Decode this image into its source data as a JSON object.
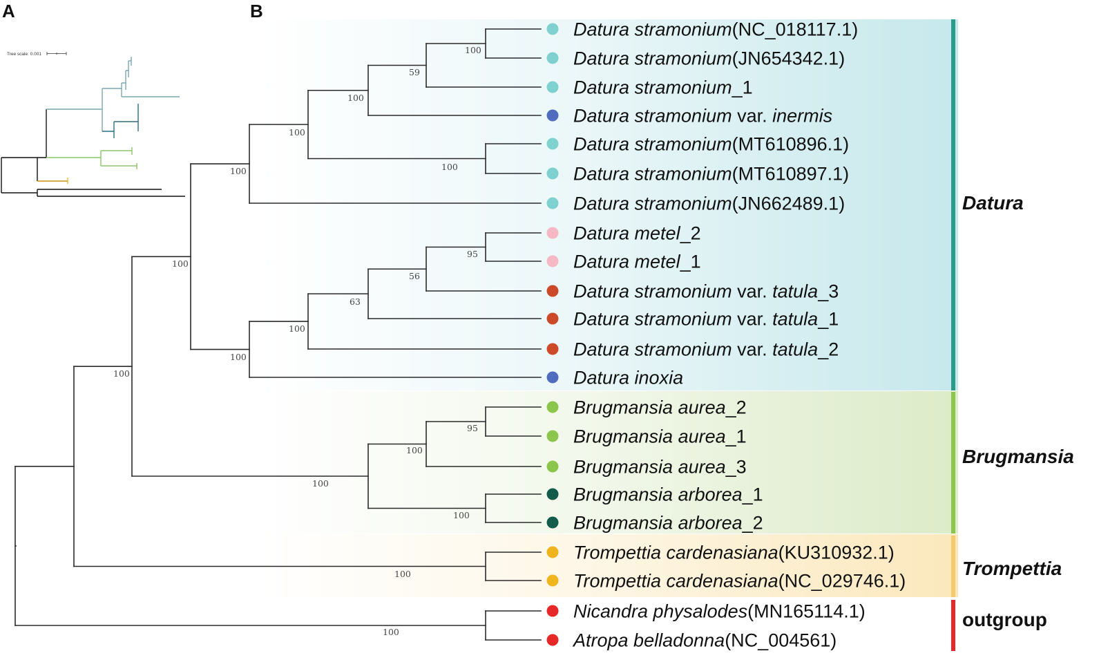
{
  "panel_a": {
    "label": "A",
    "scale_text": "Tree scale: 0.001",
    "colors": {
      "stramonium": "#7aa7b4",
      "inner": "#2f6d83",
      "brugmansia": "#8cc66a",
      "trompettia": "#f2b830",
      "outgroup": "#111111"
    }
  },
  "panel_b": {
    "label": "B"
  },
  "taxa": [
    {
      "id": "t1",
      "genus": "Datura stramonium",
      "rest": "(NC_018117.1)",
      "color": "#7fd1cf"
    },
    {
      "id": "t2",
      "genus": "Datura stramonium",
      "rest": "(JN654342.1)",
      "color": "#7fd1cf"
    },
    {
      "id": "t3",
      "genus": "Datura stramonium",
      "rest": "_1",
      "color": "#7fd1cf"
    },
    {
      "id": "t4",
      "genus": "Datura stramonium",
      "rest": " var. ",
      "epithet": "inermis",
      "color": "#4f6cbf"
    },
    {
      "id": "t5",
      "genus": "Datura stramonium",
      "rest": "(MT610896.1)",
      "color": "#7fd1cf"
    },
    {
      "id": "t6",
      "genus": "Datura stramonium",
      "rest": "(MT610897.1)",
      "color": "#7fd1cf"
    },
    {
      "id": "t7",
      "genus": "Datura stramonium",
      "rest": "(JN662489.1)",
      "color": "#7fd1cf"
    },
    {
      "id": "t8",
      "genus": "Datura metel",
      "rest": "_2",
      "color": "#f5b8c4"
    },
    {
      "id": "t9",
      "genus": "Datura metel",
      "rest": "_1",
      "color": "#f5b8c4"
    },
    {
      "id": "t10",
      "genus": "Datura stramonium",
      "rest": " var. ",
      "epithet": "tatula",
      "suffix": "_3",
      "color": "#cc4a2a"
    },
    {
      "id": "t11",
      "genus": "Datura stramonium",
      "rest": " var. ",
      "epithet": "tatula",
      "suffix": "_1",
      "color": "#cc4a2a"
    },
    {
      "id": "t12",
      "genus": "Datura stramonium",
      "rest": " var. ",
      "epithet": "tatula",
      "suffix": "_2",
      "color": "#cc4a2a"
    },
    {
      "id": "t13",
      "genus": "Datura inoxia",
      "rest": "",
      "color": "#4f6cbf"
    },
    {
      "id": "t14",
      "genus": "Brugmansia aurea",
      "rest": "_2",
      "color": "#8cc64c"
    },
    {
      "id": "t15",
      "genus": "Brugmansia aurea",
      "rest": "_1",
      "color": "#8cc64c"
    },
    {
      "id": "t16",
      "genus": "Brugmansia aurea",
      "rest": "_3",
      "color": "#8cc64c"
    },
    {
      "id": "t17",
      "genus": "Brugmansia arborea",
      "rest": "_1",
      "color": "#125c4c"
    },
    {
      "id": "t18",
      "genus": "Brugmansia arborea",
      "rest": "_2",
      "color": "#125c4c"
    },
    {
      "id": "t19",
      "genus": "Trompettia cardenasiana",
      "rest": "(KU310932.1)",
      "color": "#f0b41e"
    },
    {
      "id": "t20",
      "genus": "Trompettia cardenasiana",
      "rest": "(NC_029746.1)",
      "color": "#f0b41e"
    },
    {
      "id": "t21",
      "genus": "Nicandra physalodes",
      "rest": "(MN165114.1)",
      "color": "#e62828"
    },
    {
      "id": "t22",
      "genus": "Atropa belladonna",
      "rest": "(NC_004561)",
      "color": "#e62828"
    }
  ],
  "bootstrap": [
    {
      "node": "n_t1t2",
      "value": "100"
    },
    {
      "node": "n_t1t3",
      "value": "59"
    },
    {
      "node": "n_t1t4",
      "value": "100"
    },
    {
      "node": "n_t5t6",
      "value": "100"
    },
    {
      "node": "n_t1t6",
      "value": "100"
    },
    {
      "node": "n_t1t7",
      "value": "100"
    },
    {
      "node": "n_t8t9",
      "value": "95"
    },
    {
      "node": "n_t8t10",
      "value": "56"
    },
    {
      "node": "n_t8t11",
      "value": "63"
    },
    {
      "node": "n_t8t12",
      "value": "100"
    },
    {
      "node": "n_t8t13",
      "value": "100"
    },
    {
      "node": "n_datura",
      "value": "100"
    },
    {
      "node": "n_t14t15",
      "value": "95"
    },
    {
      "node": "n_t14t16",
      "value": "100"
    },
    {
      "node": "n_t17t18",
      "value": "100"
    },
    {
      "node": "n_brug",
      "value": "100"
    },
    {
      "node": "n_datbrug",
      "value": "100"
    },
    {
      "node": "n_trom",
      "value": "100"
    },
    {
      "node": "n_ingroup",
      "value": "100"
    },
    {
      "node": "n_out",
      "value": "100"
    }
  ],
  "groups": [
    {
      "id": "datura",
      "label": "Datura",
      "italic": true,
      "bar_color": "#2a9a8a",
      "bg": "#c6e8ec"
    },
    {
      "id": "brugmansia",
      "label": "Brugmansia",
      "italic": true,
      "bar_color": "#8cc64c",
      "bg": "#dcebc8"
    },
    {
      "id": "trompettia",
      "label": "Trompettia",
      "italic": true,
      "bar_color": "#f5c86a",
      "bg": "#fbe8bc"
    },
    {
      "id": "outgroup",
      "label": "outgroup",
      "italic": false,
      "bar_color": "#e62828",
      "bg": ""
    }
  ]
}
